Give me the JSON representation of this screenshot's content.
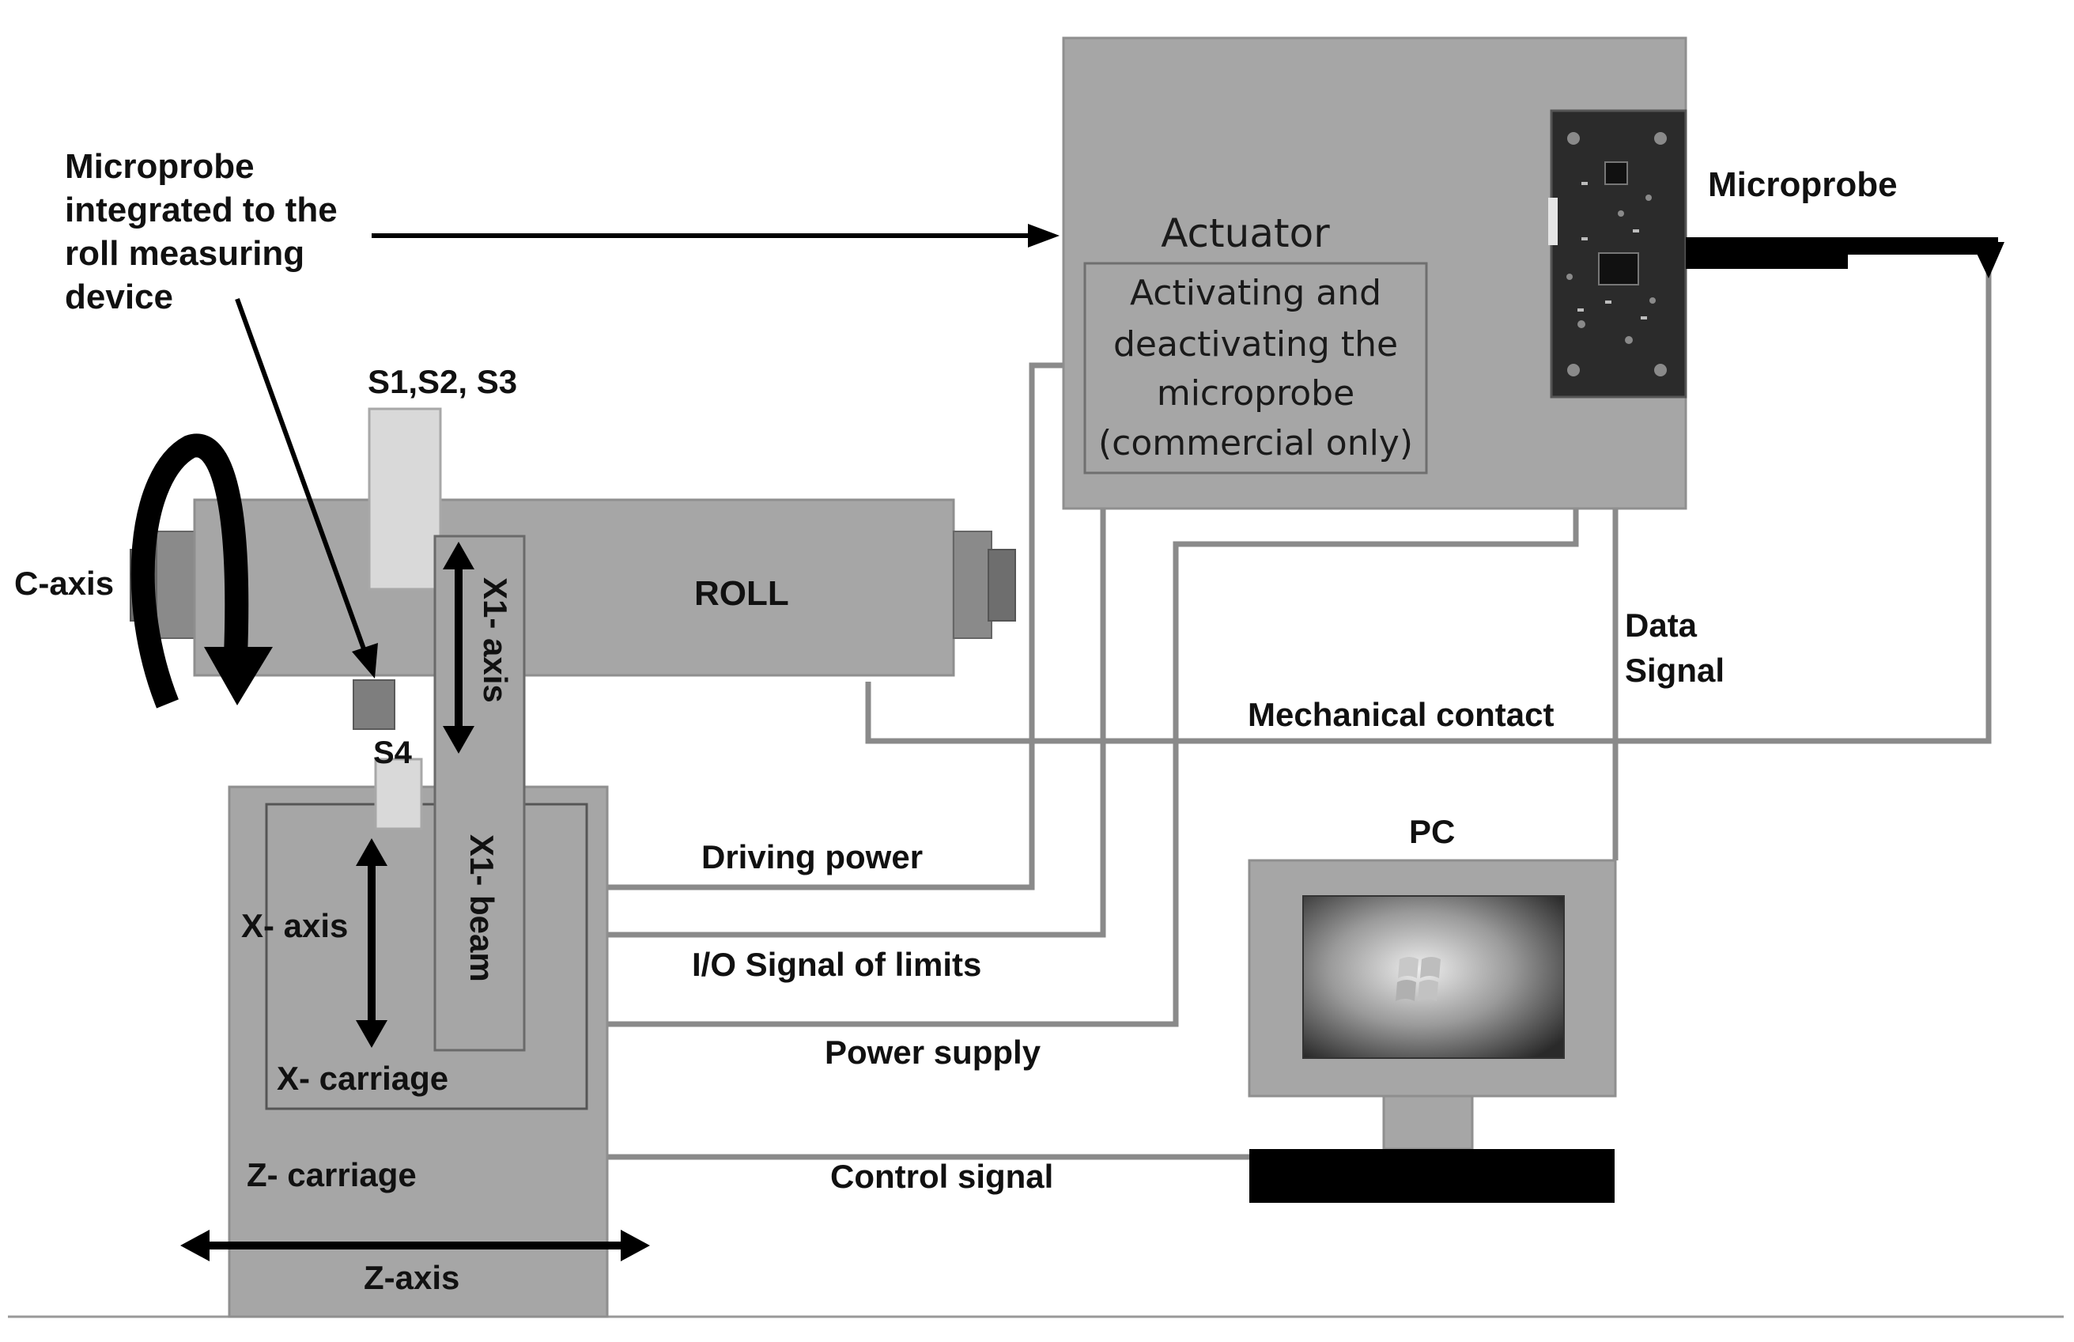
{
  "labels": {
    "microprobe_note_line1": "Microprobe",
    "microprobe_note_line2": "integrated to the",
    "microprobe_note_line3": "roll measuring",
    "microprobe_note_line4": "device",
    "actuator_title": "Actuator",
    "actuator_line1": "Activating and",
    "actuator_line2": "deactivating the",
    "actuator_line3": "microprobe",
    "actuator_line4": "(commercial only)",
    "microprobe": "Microprobe",
    "s1s2s3": "S1,S2, S3",
    "c_axis": "C-axis",
    "roll": "ROLL",
    "x1_axis": "X1- axis",
    "x1_beam": "X1- beam",
    "s4": "S4",
    "x_axis": "X- axis",
    "x_carriage": "X- carriage",
    "z_carriage": "Z- carriage",
    "z_axis": "Z-axis",
    "data_signal_line1": "Data",
    "data_signal_line2": "Signal",
    "mechanical_contact": "Mechanical contact",
    "pc": "PC",
    "driving_power": "Driving power",
    "io_signal": "I/O Signal of limits",
    "power_supply": "Power supply",
    "control_signal": "Control signal"
  },
  "colors": {
    "panel_gray": "#a6a6a6",
    "wire_gray": "#8a8a8a",
    "light_gray": "#d9d9d9",
    "black": "#000000"
  }
}
